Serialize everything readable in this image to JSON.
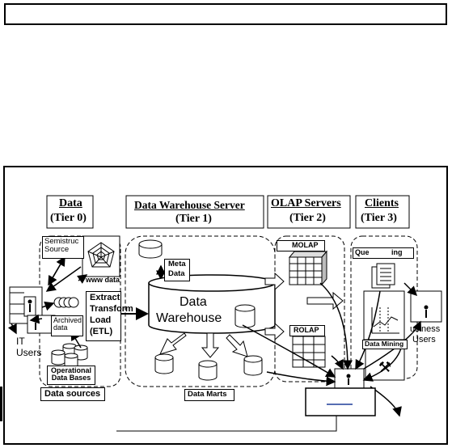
{
  "tiers": {
    "data": {
      "title": "Data",
      "sub": "(Tier 0)"
    },
    "warehouse": {
      "title": "Data Warehouse Server",
      "sub": "(Tier 1)"
    },
    "olap": {
      "title": "OLAP Servers",
      "sub": "(Tier 2)"
    },
    "clients": {
      "title": "Clients",
      "sub": "(Tier 3)"
    }
  },
  "sources": {
    "semistructured": "Semistruc Source",
    "www": "www data",
    "archived": "Archived data",
    "it_users": "IT Users",
    "operational": "Operational Data Bases",
    "footer": "Data sources"
  },
  "etl": {
    "line1": "Extract",
    "line2": "Transform",
    "line3": "Load",
    "line4": "(ETL)"
  },
  "warehouse": {
    "meta_line1": "Meta",
    "meta_line2": "Data",
    "dw_line1": "Data",
    "dw_line2": "Warehouse",
    "marts": "Data Marts"
  },
  "olap": {
    "molap": "MOLAP",
    "rolap": "ROLAP"
  },
  "clients": {
    "query": "Que           ing",
    "business_line1": "usiness",
    "business_line2": "Users",
    "mining": "Data Mining"
  },
  "colors": {
    "line": "#000000",
    "link": "#1f3d99",
    "arrow_fill": "#ffffff"
  }
}
